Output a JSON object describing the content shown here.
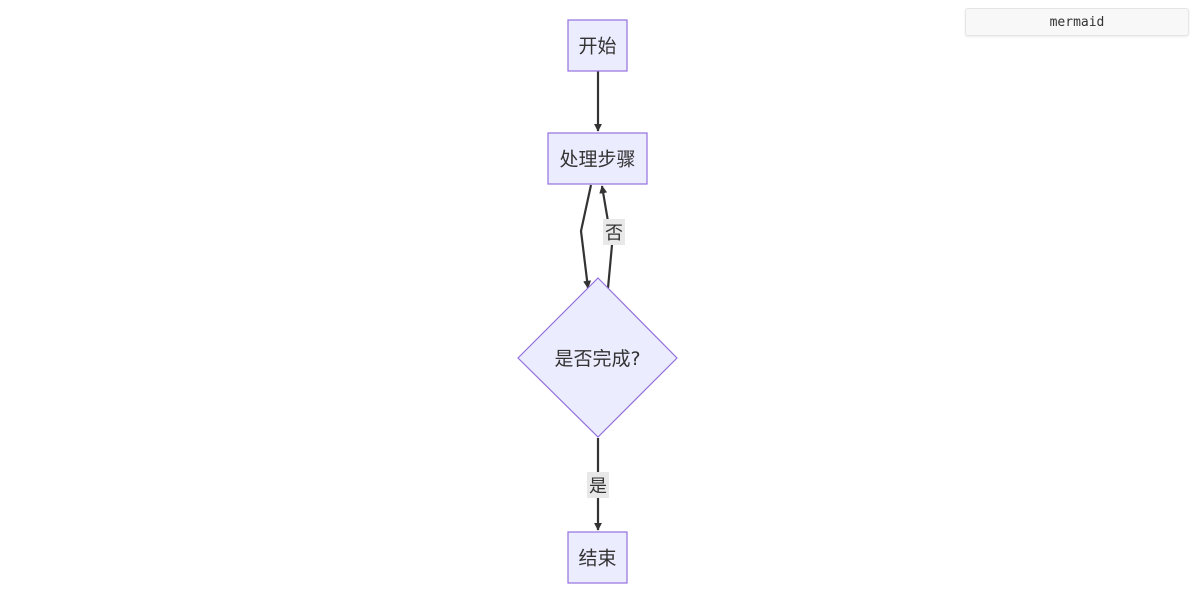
{
  "badge": {
    "label": "mermaid"
  },
  "diagram": {
    "nodes": {
      "start": "开始",
      "process": "处理步骤",
      "decision": "是否完成?",
      "end": "结束"
    },
    "edges": {
      "decision_to_process_label": "否",
      "decision_to_end_label": "是"
    }
  },
  "colors": {
    "node_fill": "#ececff",
    "node_stroke": "#9370db",
    "edge": "#333333",
    "label_bg": "#e8e8e8"
  }
}
